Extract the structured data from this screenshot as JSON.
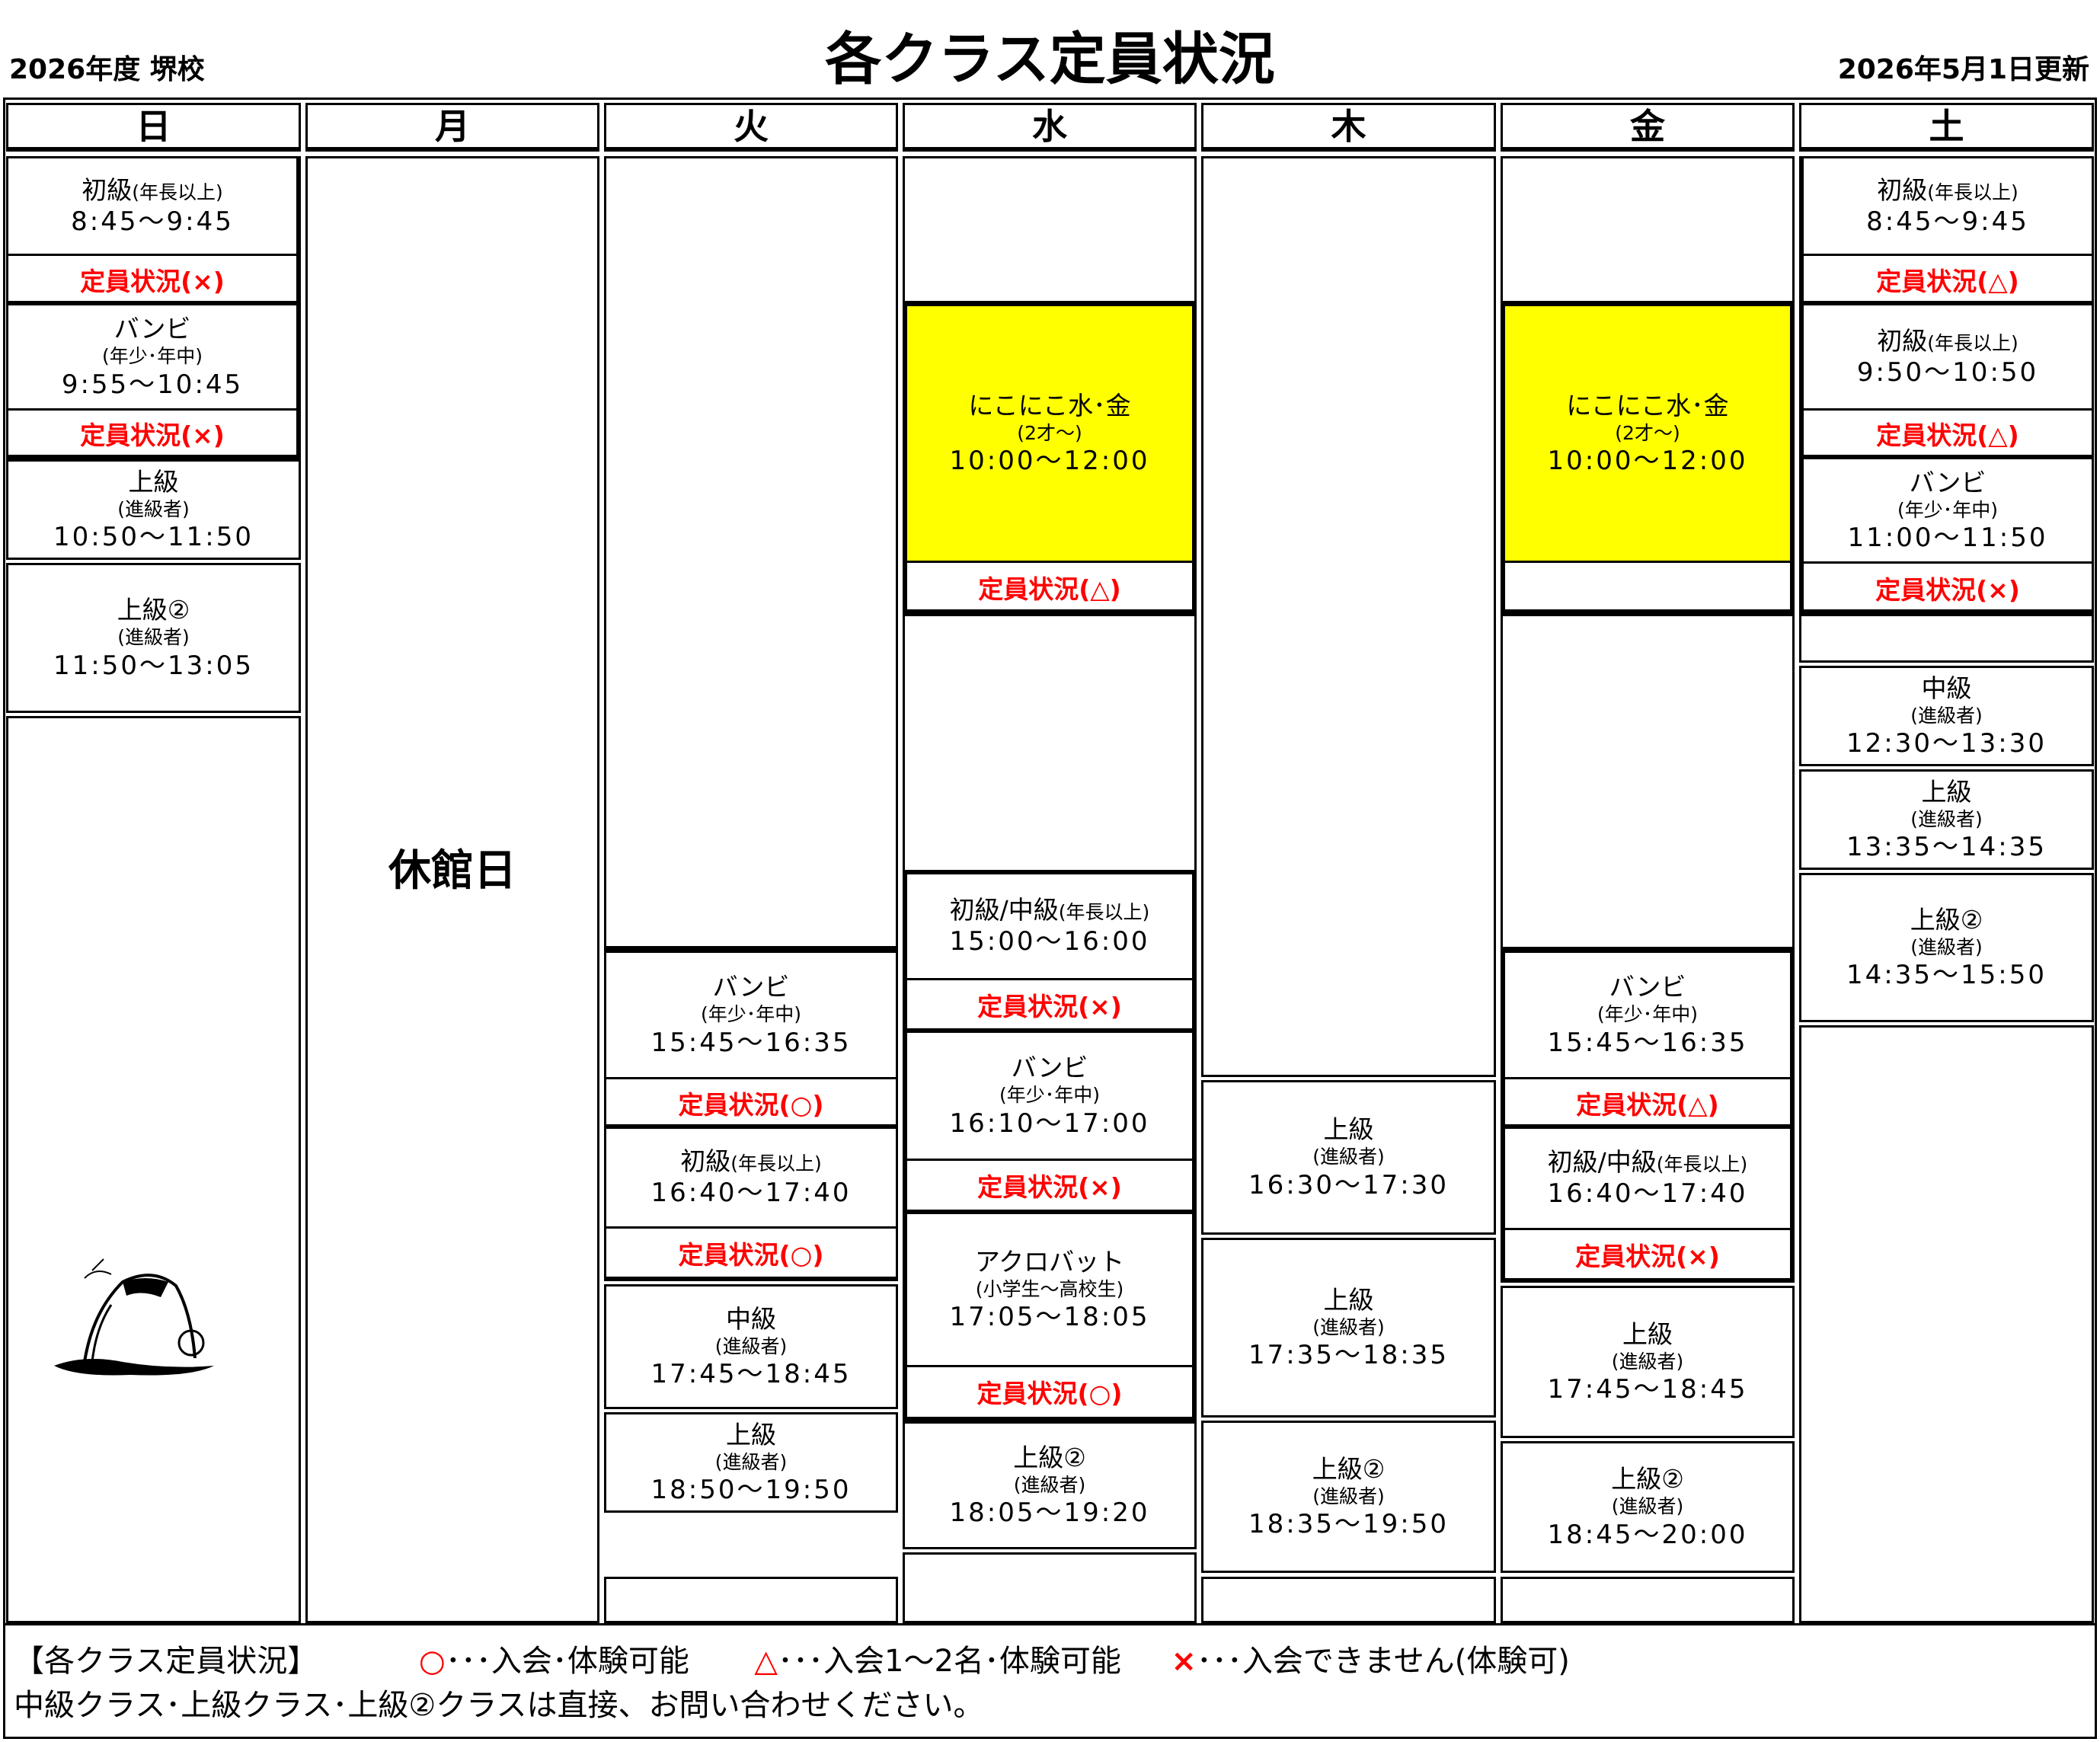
{
  "header": {
    "year_school": "2026年度 堺校",
    "title": "各クラス定員状況",
    "updated": "2026年5月1日更新"
  },
  "days": [
    "日",
    "月",
    "火",
    "水",
    "木",
    "金",
    "土"
  ],
  "sun": {
    "c1": {
      "name": "初級",
      "sub": "(年長以上)",
      "time": "8:45～9:45",
      "status": "定員状況(×)"
    },
    "c2": {
      "name": "バンビ",
      "sub": "(年少･年中)",
      "time": "9:55～10:45",
      "status": "定員状況(×)"
    },
    "c3": {
      "name": "上級",
      "sub": "(進級者)",
      "time": "10:50～11:50"
    },
    "c4": {
      "name": "上級②",
      "sub": "(進級者)",
      "time": "11:50～13:05"
    }
  },
  "mon": {
    "closed": "休館日"
  },
  "tue": {
    "c1": {
      "name": "バンビ",
      "sub": "(年少･年中)",
      "time": "15:45～16:35",
      "status": "定員状況(○)"
    },
    "c2": {
      "name": "初級",
      "sub": "(年長以上)",
      "time": "16:40～17:40",
      "status": "定員状況(○)"
    },
    "c3": {
      "name": "中級",
      "sub": "(進級者)",
      "time": "17:45～18:45"
    },
    "c4": {
      "name": "上級",
      "sub": "(進級者)",
      "time": "18:50～19:50"
    }
  },
  "wed": {
    "c1": {
      "name": "にこにこ水･金",
      "sub": "(2才～)",
      "time": "10:00～12:00",
      "status": "定員状況(△)"
    },
    "c2": {
      "name": "初級/中級",
      "sub": "(年長以上)",
      "time": "15:00～16:00",
      "status": "定員状況(×)"
    },
    "c3": {
      "name": "バンビ",
      "sub": "(年少･年中)",
      "time": "16:10～17:00",
      "status": "定員状況(×)"
    },
    "c4": {
      "name": "アクロバット",
      "sub": "(小学生～高校生)",
      "time": "17:05～18:05",
      "status": "定員状況(○)"
    },
    "c5": {
      "name": "上級②",
      "sub": "(進級者)",
      "time": "18:05～19:20"
    }
  },
  "thu": {
    "c1": {
      "name": "上級",
      "sub": "(進級者)",
      "time": "16:30～17:30"
    },
    "c2": {
      "name": "上級",
      "sub": "(進級者)",
      "time": "17:35～18:35"
    },
    "c3": {
      "name": "上級②",
      "sub": "(進級者)",
      "time": "18:35～19:50"
    }
  },
  "fri": {
    "c1": {
      "name": "にこにこ水･金",
      "sub": "(2才～)",
      "time": "10:00～12:00"
    },
    "c2": {
      "name": "バンビ",
      "sub": "(年少･年中)",
      "time": "15:45～16:35",
      "status": "定員状況(△)"
    },
    "c3": {
      "name": "初級/中級",
      "sub": "(年長以上)",
      "time": "16:40～17:40",
      "status": "定員状況(×)"
    },
    "c4": {
      "name": "上級",
      "sub": "(進級者)",
      "time": "17:45～18:45"
    },
    "c5": {
      "name": "上級②",
      "sub": "(進級者)",
      "time": "18:45～20:00"
    }
  },
  "sat": {
    "c1": {
      "name": "初級",
      "sub": "(年長以上)",
      "time": "8:45～9:45",
      "status": "定員状況(△)"
    },
    "c2": {
      "name": "初級",
      "sub": "(年長以上)",
      "time": "9:50～10:50",
      "status": "定員状況(△)"
    },
    "c3": {
      "name": "バンビ",
      "sub": "(年少･年中)",
      "time": "11:00～11:50",
      "status": "定員状況(×)"
    },
    "c4": {
      "name": "中級",
      "sub": "(進級者)",
      "time": "12:30～13:30"
    },
    "c5": {
      "name": "上級",
      "sub": "(進級者)",
      "time": "13:35～14:35"
    },
    "c6": {
      "name": "上級②",
      "sub": "(進級者)",
      "time": "14:35～15:50"
    }
  },
  "footer": {
    "heading": "【各クラス定員状況】",
    "circle_mark": "○",
    "circle_text": "･･･入会･体験可能",
    "tri_mark": "△",
    "tri_text": "･･･入会1～2名･体験可能",
    "x_mark": "×",
    "x_text": "･･･入会できません(体験可)",
    "note": "中級クラス･上級クラス･上級②クラスは直接、お問い合わせください。"
  },
  "icons": {
    "illustration": "gymnast-bridge-icon"
  },
  "colors": {
    "status_red": "#ff0000",
    "highlight_yellow": "#ffff00"
  }
}
